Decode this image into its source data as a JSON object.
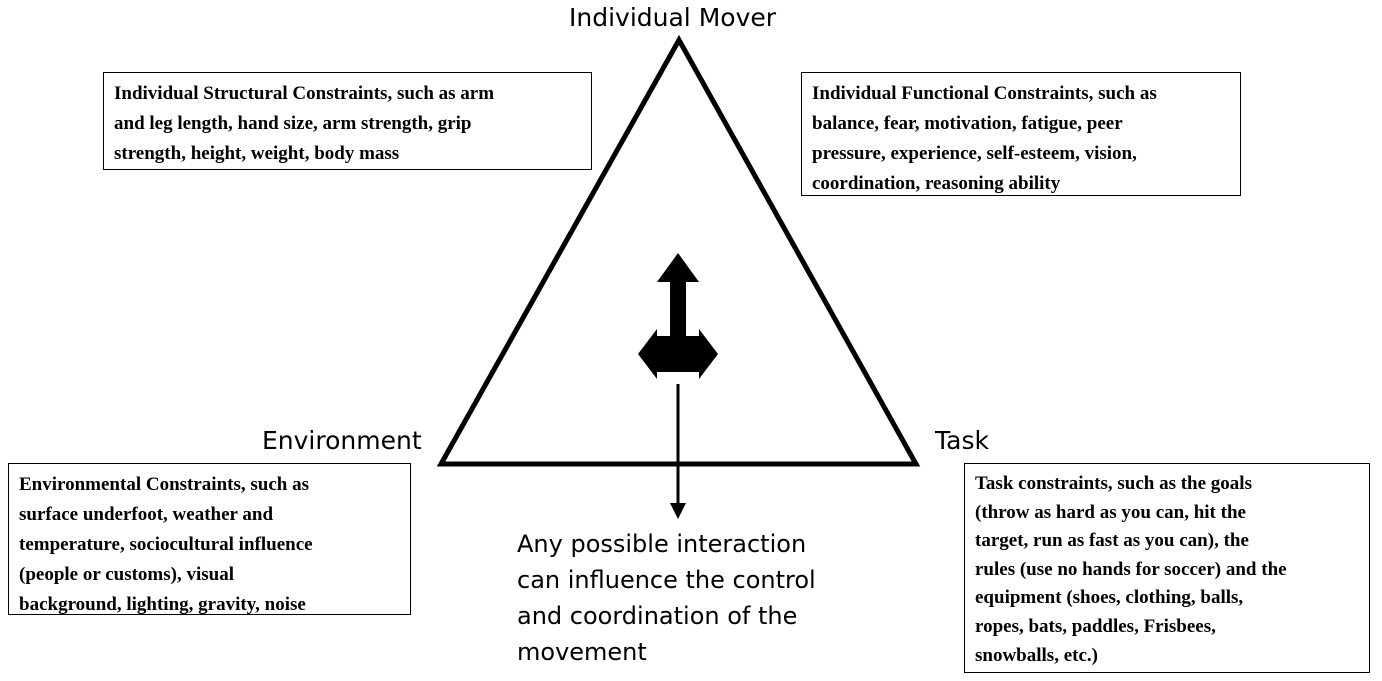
{
  "vertices": {
    "top": "Individual Mover",
    "left": "Environment",
    "right": "Task"
  },
  "boxes": {
    "structural": [
      "Individual Structural Constraints, such as arm",
      "and leg length, hand size, arm strength, grip",
      "strength, height, weight, body mass"
    ],
    "functional": [
      "Individual Functional Constraints, such as",
      "balance, fear, motivation, fatigue, peer",
      "pressure, experience, self-esteem, vision,",
      "coordination, reasoning ability"
    ],
    "environmental": [
      "Environmental Constraints, such as",
      "surface underfoot, weather and",
      "temperature, sociocultural influence",
      "(people or customs), visual",
      "background, lighting, gravity, noise"
    ],
    "task": [
      "Task constraints, such as the goals",
      "(throw as hard as you can, hit the",
      "target, run  as fast as you can), the",
      "rules (use no hands for soccer) and the",
      "equipment (shoes, clothing, balls,",
      "ropes, bats, paddles, Frisbees,",
      "snowballs, etc.)"
    ]
  },
  "caption": [
    "Any possible interaction",
    "can influence the control",
    "and coordination of the",
    "movement"
  ]
}
